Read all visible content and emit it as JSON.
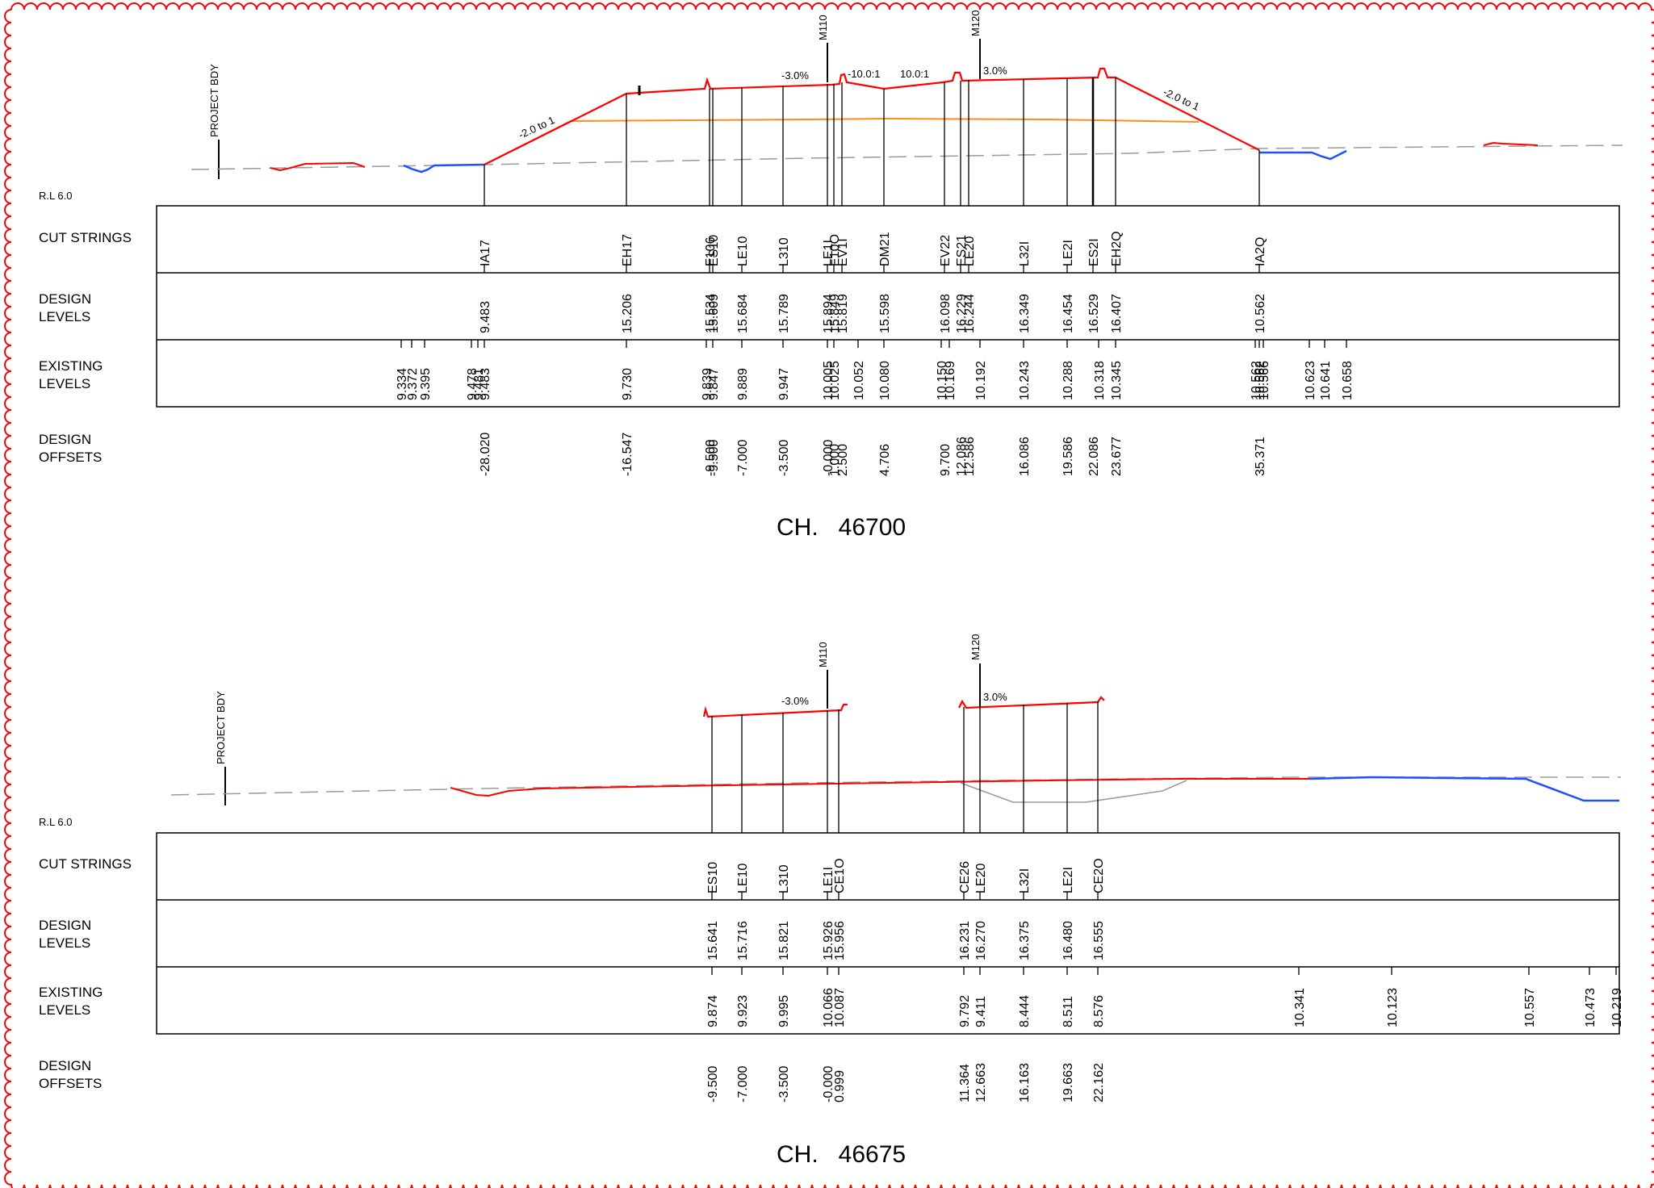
{
  "sections": [
    {
      "chainage": "CH.   46700",
      "rl_label": "R.L 6.0",
      "project_bdy": "PROJECT BDY",
      "markers": [
        "M110",
        "M120"
      ],
      "slope_labels": [
        "-2.0 to 1",
        "-3.0%",
        "-10.0:1",
        "10.0:1",
        "3.0%",
        "-2.0 to 1"
      ],
      "row_labels": {
        "cut_strings": "CUT STRINGS",
        "design_levels": [
          "DESIGN",
          "LEVELS"
        ],
        "existing_levels": [
          "EXISTING",
          "LEVELS"
        ],
        "design_offsets": [
          "DESIGN",
          "OFFSETS"
        ]
      },
      "cut_strings": [
        "IA17",
        "EH17",
        "F106",
        "ES10",
        "LE10",
        "L310",
        "LE1I",
        "F10O",
        "EV1I",
        "DM21",
        "EV22",
        "ES21",
        "LE20",
        "L32I",
        "LE2I",
        "ES2I",
        "EH2Q",
        "IA2Q"
      ],
      "design_levels": [
        "9.483",
        "15.206",
        "15.534",
        "15.609",
        "15.684",
        "15.789",
        "15.894",
        "15.849",
        "15.819",
        "15.598",
        "16.098",
        "16.229",
        "16.244",
        "16.349",
        "16.454",
        "16.529",
        "16.407",
        "10.562"
      ],
      "existing_levels": [
        "9.334",
        "9.372",
        "9.395",
        "9.478",
        "9.481",
        "9.483",
        "9.730",
        "9.839",
        "9.847",
        "9.889",
        "9.947",
        "10.005",
        "10.025",
        "10.052",
        "10.080",
        "10.150",
        "10.169",
        "10.192",
        "10.243",
        "10.288",
        "10.318",
        "10.345",
        "10.562",
        "10.562",
        "10.566",
        "10.623",
        "10.641",
        "10.658"
      ],
      "design_offsets": [
        "-28.020",
        "-16.547",
        "-9.500",
        "-9.500",
        "-7.000",
        "-3.500",
        "-0.000",
        "1.000",
        "2.500",
        "4.706",
        "9.700",
        "12.086",
        "12.586",
        "16.086",
        "19.586",
        "22.086",
        "23.677",
        "35.371"
      ]
    },
    {
      "chainage": "CH.   46675",
      "rl_label": "R.L 6.0",
      "project_bdy": "PROJECT BDY",
      "markers": [
        "M110",
        "M120"
      ],
      "slope_labels": [
        "-3.0%",
        "3.0%"
      ],
      "row_labels": {
        "cut_strings": "CUT STRINGS",
        "design_levels": [
          "DESIGN",
          "LEVELS"
        ],
        "existing_levels": [
          "EXISTING",
          "LEVELS"
        ],
        "design_offsets": [
          "DESIGN",
          "OFFSETS"
        ]
      },
      "cut_strings": [
        "ES10",
        "LE10",
        "L310",
        "LE1I",
        "CE1O",
        "CE26",
        "LE20",
        "L32I",
        "LE2I",
        "CE2O"
      ],
      "design_levels": [
        "15.641",
        "15.716",
        "15.821",
        "15.926",
        "15.956",
        "16.231",
        "16.270",
        "16.375",
        "16.480",
        "16.555"
      ],
      "existing_levels": [
        "9.874",
        "9.923",
        "9.995",
        "10.066",
        "10.087",
        "9.792",
        "9.411",
        "8.444",
        "8.511",
        "8.576",
        "10.341",
        "10.123",
        "10.557",
        "10.473",
        "10.219"
      ],
      "design_offsets": [
        "-9.500",
        "-7.000",
        "-3.500",
        "-0.000",
        "0.999",
        "11.364",
        "12.663",
        "16.163",
        "19.663",
        "22.162"
      ]
    }
  ],
  "colors": {
    "design": "#ff0000",
    "subgrade": "#ff8c1a",
    "existing_dashed": "#9a9a9a",
    "water": "#1f4fff",
    "border": "#ff0000"
  }
}
